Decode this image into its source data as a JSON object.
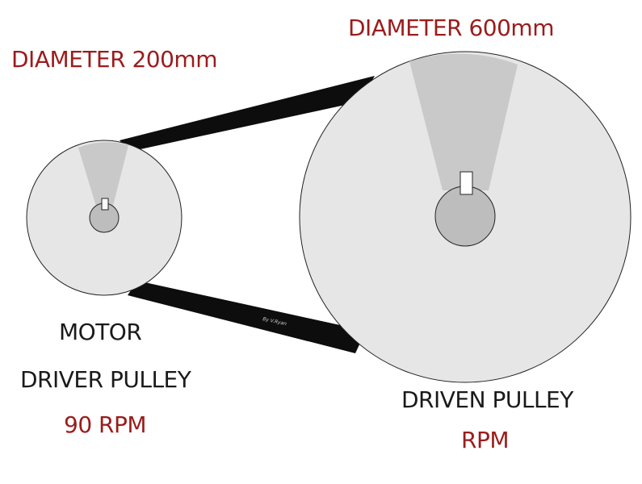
{
  "colors": {
    "pulley_fill": "#e6e6e6",
    "sector_fill": "#c9c9c9",
    "hub_fill": "#bdbdbd",
    "belt": "#0d0d0d",
    "outline": "#222222",
    "label_text": "#1a1a1a",
    "accent_text": "#9b1c1c"
  },
  "driver": {
    "name": "MOTOR",
    "label": "DRIVER PULLEY",
    "diameter_label": "DIAMETER 200mm",
    "rpm_label": "90 RPM"
  },
  "driven": {
    "label": "DRIVEN PULLEY",
    "diameter_label": "DIAMETER 600mm",
    "rpm_label": "RPM"
  },
  "belt": {
    "signature": "By V.Ryan"
  }
}
